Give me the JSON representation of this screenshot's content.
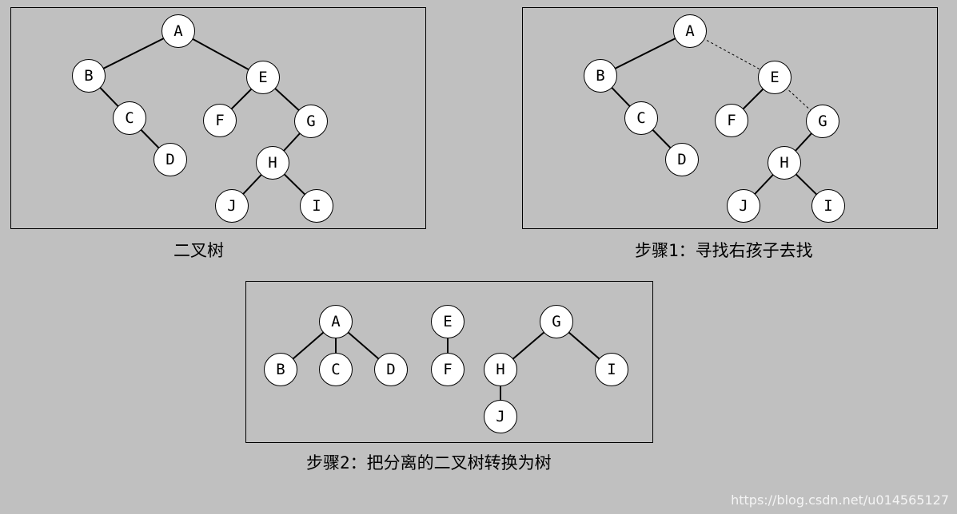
{
  "diagrams": [
    {
      "caption": "二叉树",
      "nodes": [
        "A",
        "B",
        "C",
        "D",
        "E",
        "F",
        "G",
        "H",
        "J",
        "I"
      ]
    },
    {
      "caption": "步骤1：寻找右孩子去找",
      "nodes": [
        "A",
        "B",
        "C",
        "D",
        "E",
        "F",
        "G",
        "H",
        "J",
        "I"
      ]
    },
    {
      "caption": "步骤2：把分离的二叉树转换为树",
      "nodes": [
        "A",
        "B",
        "C",
        "D",
        "E",
        "F",
        "G",
        "H",
        "I",
        "J"
      ]
    }
  ],
  "watermark": "https://blog.csdn.net/u014565127"
}
